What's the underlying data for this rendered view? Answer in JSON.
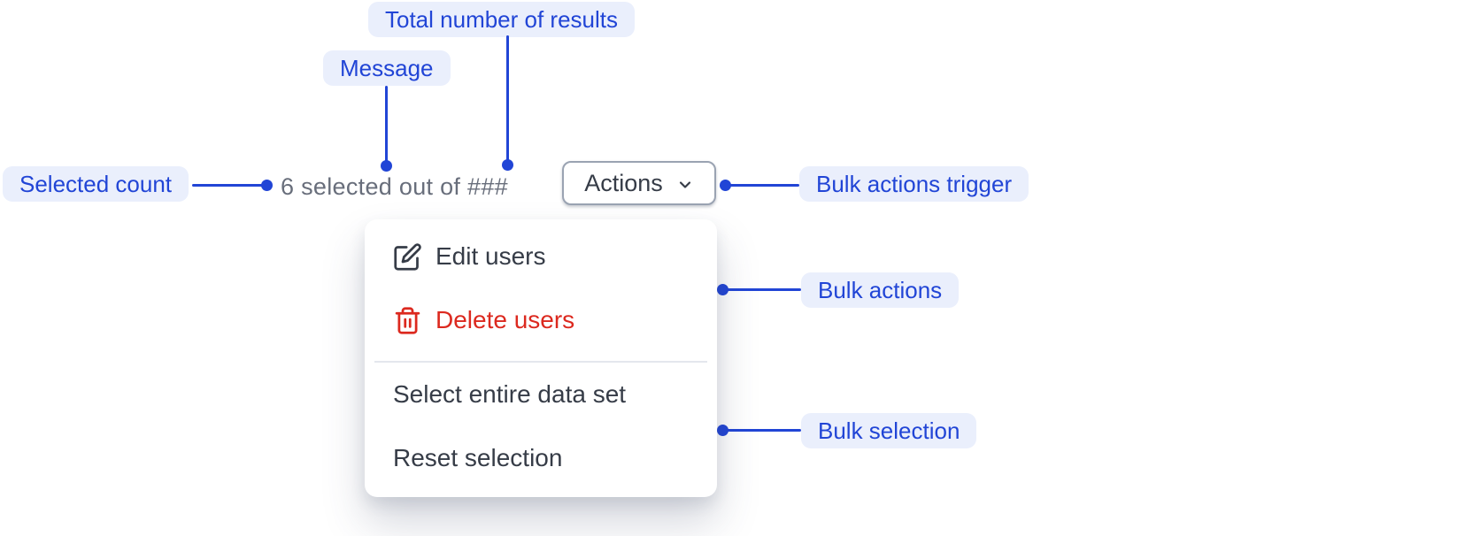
{
  "annotations": {
    "total_results": "Total number of results",
    "message": "Message",
    "selected_count": "Selected count",
    "bulk_actions_trigger": "Bulk actions trigger",
    "bulk_actions": "Bulk actions",
    "bulk_selection": "Bulk selection"
  },
  "toolbar": {
    "selected_message": "6 selected out of ###",
    "actions_button_label": "Actions"
  },
  "bulk_actions_menu": {
    "items": [
      {
        "label": "Edit users",
        "icon": "pencil-icon",
        "danger": false
      },
      {
        "label": "Delete users",
        "icon": "trash-icon",
        "danger": true
      }
    ],
    "selection_items": [
      {
        "label": "Select entire data set"
      },
      {
        "label": "Reset selection"
      }
    ]
  },
  "colors": {
    "annotation_blue": "#2145d6",
    "annotation_background": "#eaeffc",
    "danger_red": "#dc291f",
    "text_dark": "#363c47",
    "text_subdued": "#686e7b"
  }
}
